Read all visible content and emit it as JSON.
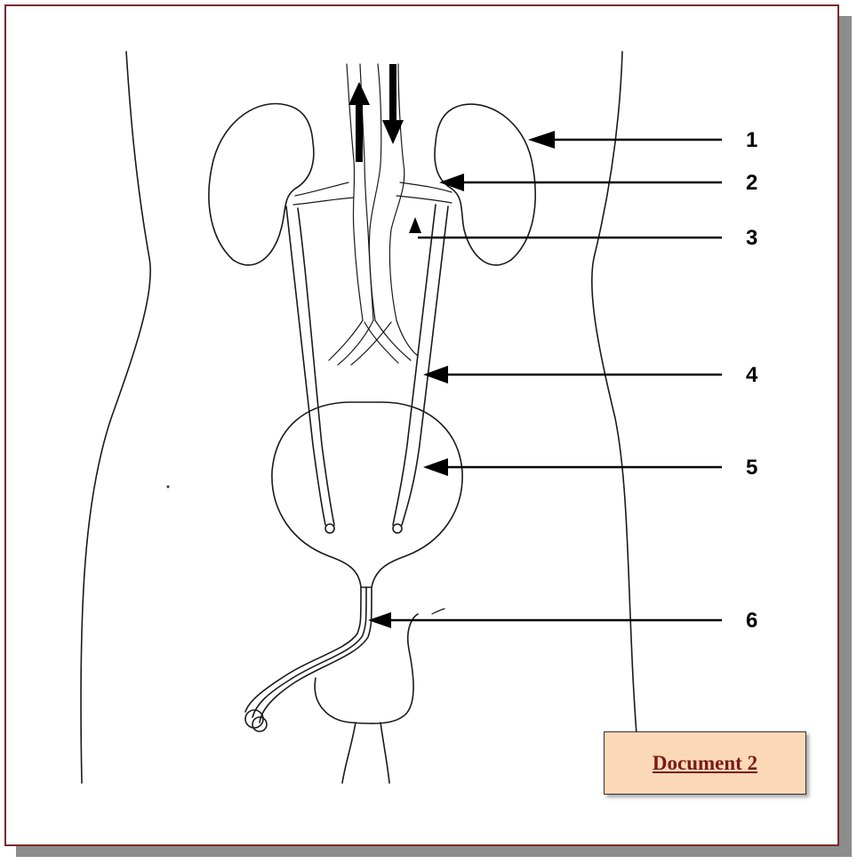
{
  "labels": [
    "1",
    "2",
    "3",
    "4",
    "5",
    "6"
  ],
  "document_label": "Document 2",
  "colors": {
    "frame_border": "#7a2a2a",
    "doc_box_fill": "#fcd9b6",
    "doc_text": "#7a1a1a"
  }
}
